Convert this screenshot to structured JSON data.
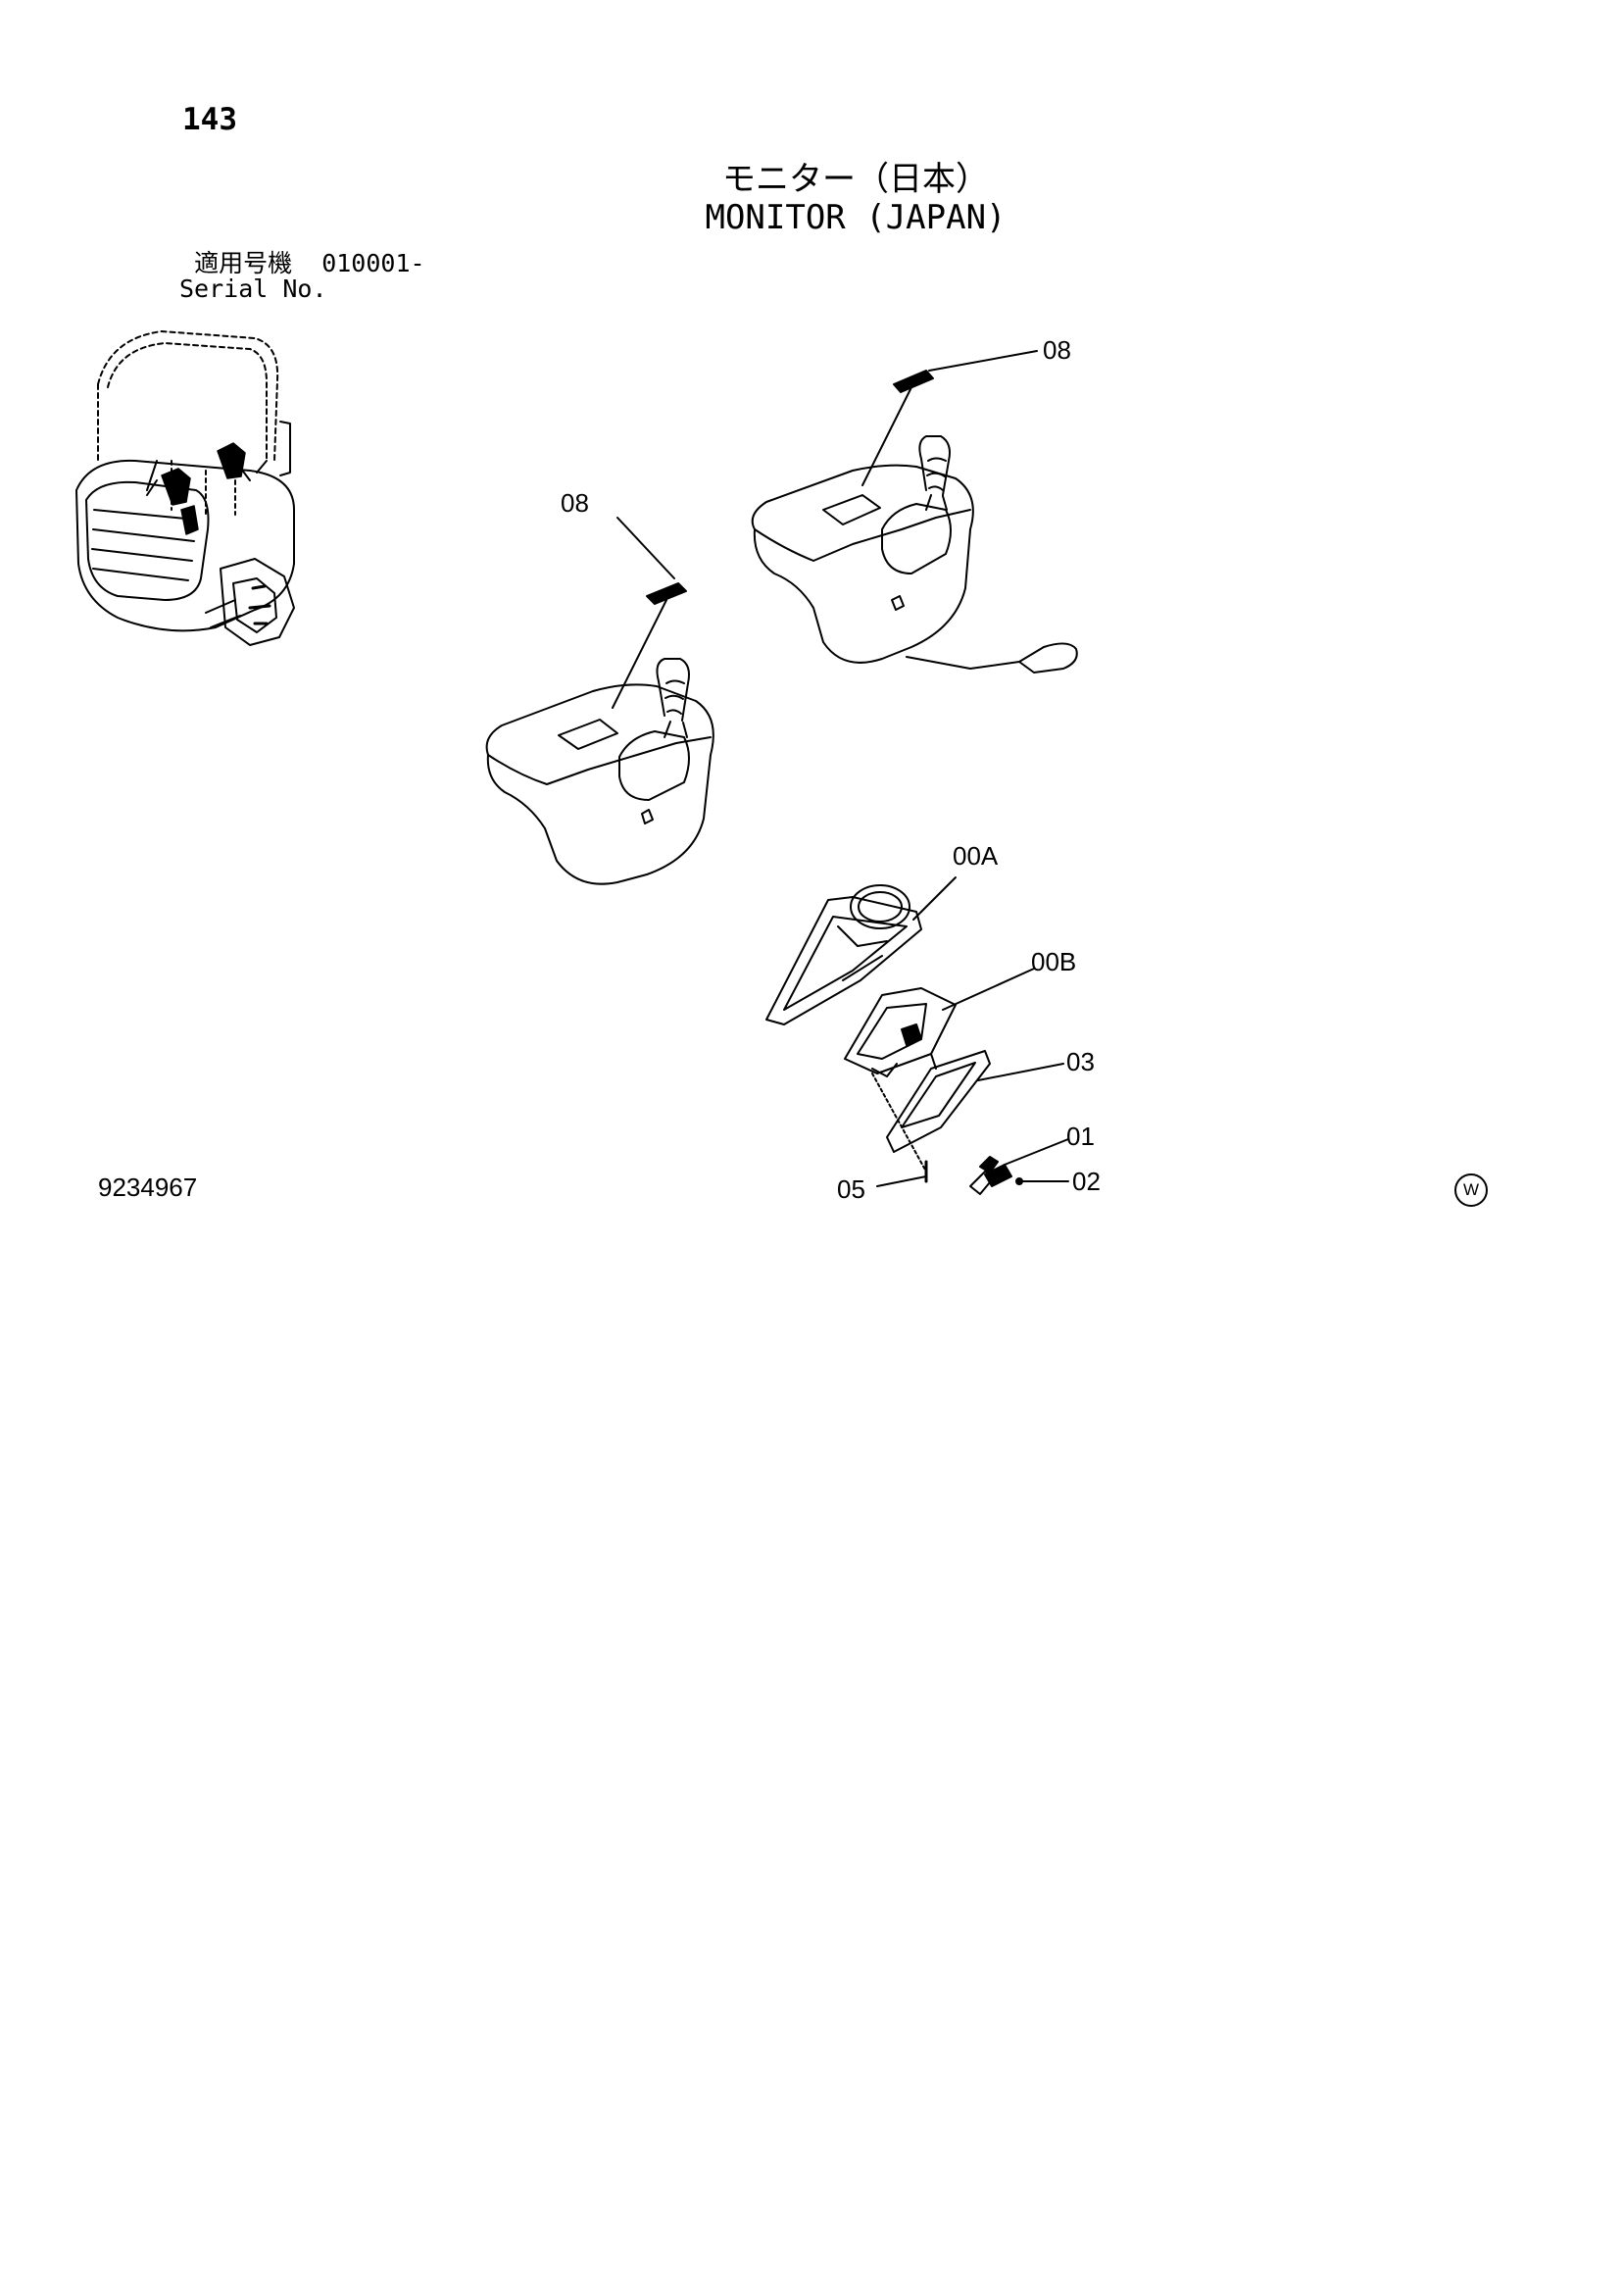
{
  "page": {
    "number": "143",
    "title_ja": "モニター（日本）",
    "title_en": "MONITOR (JAPAN)",
    "serial_label_ja": "適用号機",
    "serial_value": "010001-",
    "serial_label_en": "Serial No.",
    "drawing_number": "9234967",
    "watermark": "W"
  },
  "callouts": {
    "c08_right": "08",
    "c08_left": "08",
    "c00A": "00A",
    "c00B": "00B",
    "c03": "03",
    "c01": "01",
    "c02": "02",
    "c05": "05"
  }
}
